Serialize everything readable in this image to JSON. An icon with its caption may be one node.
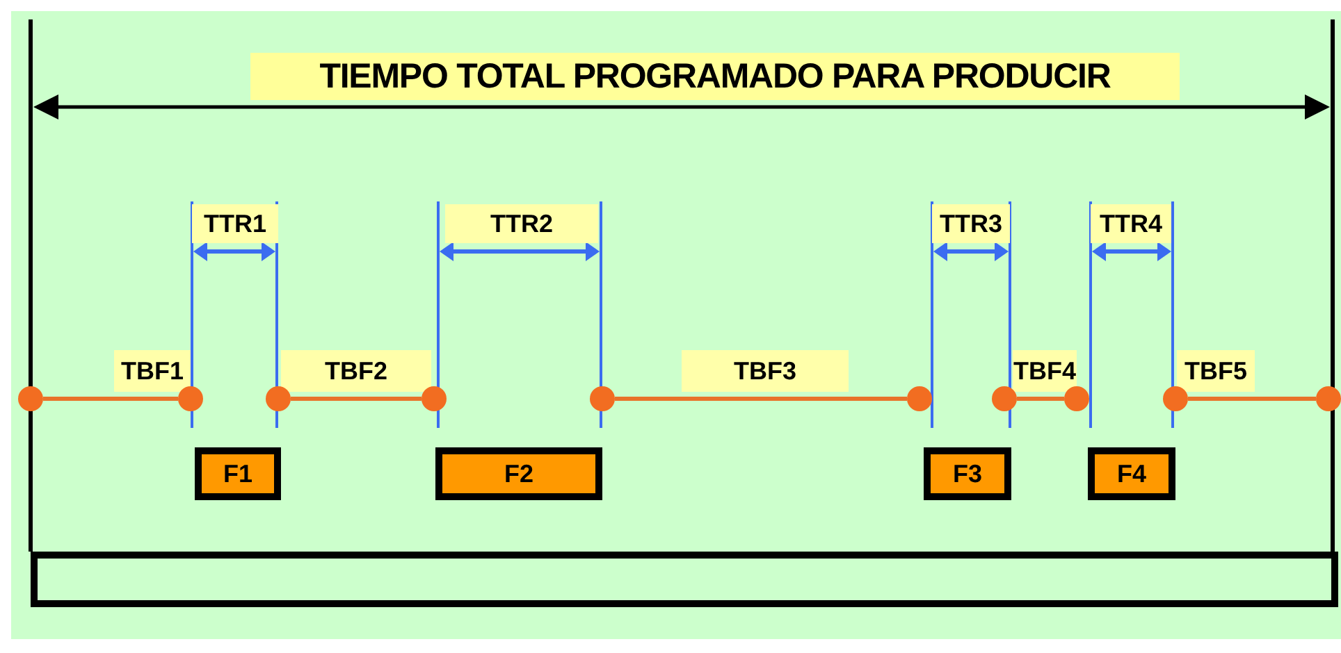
{
  "diagram": {
    "nodes": [
      {
        "text": [],
        "shape": "circle"
      },
      {
        "text": [],
        "shape": "circle"
      },
      {
        "text": [],
        "shape": "circle"
      },
      {
        "text": [],
        "shape": "circle"
      },
      {
        "text": [],
        "shape": "circle"
      },
      {
        "text": [],
        "shape": "circle"
      },
      {
        "text": [],
        "shape": "circle"
      },
      {
        "text": [],
        "shape": "circle"
      },
      {
        "text": [],
        "shape": "circle"
      },
      {
        "text": [],
        "shape": "circle"
      },
      {
        "text": [
          "F1"
        ]
      },
      {
        "text": [
          "F2"
        ]
      },
      {
        "text": [
          "F3"
        ]
      },
      {
        "text": [
          "F4"
        ]
      },
      {
        "text": [],
        "shape": "box"
      }
    ],
    "edges": [
      {
        "from": 0,
        "to": 1,
        "arrow": "none",
        "label": "TBF1"
      },
      {
        "from": 2,
        "to": 3,
        "arrow": "none",
        "label": "TBF2"
      },
      {
        "from": 4,
        "to": 5,
        "arrow": "none",
        "label": "TBF3"
      },
      {
        "from": 6,
        "to": 7,
        "arrow": "none",
        "label": "TBF4"
      },
      {
        "from": 8,
        "to": 9,
        "arrow": "none",
        "label": "TBF5"
      }
    ],
    "labels": [
      "TIEMPO TOTAL PROGRAMADO PARA PRODUCIR",
      "TTR1",
      "TTR2",
      "TTR3",
      "TTR4"
    ]
  }
}
